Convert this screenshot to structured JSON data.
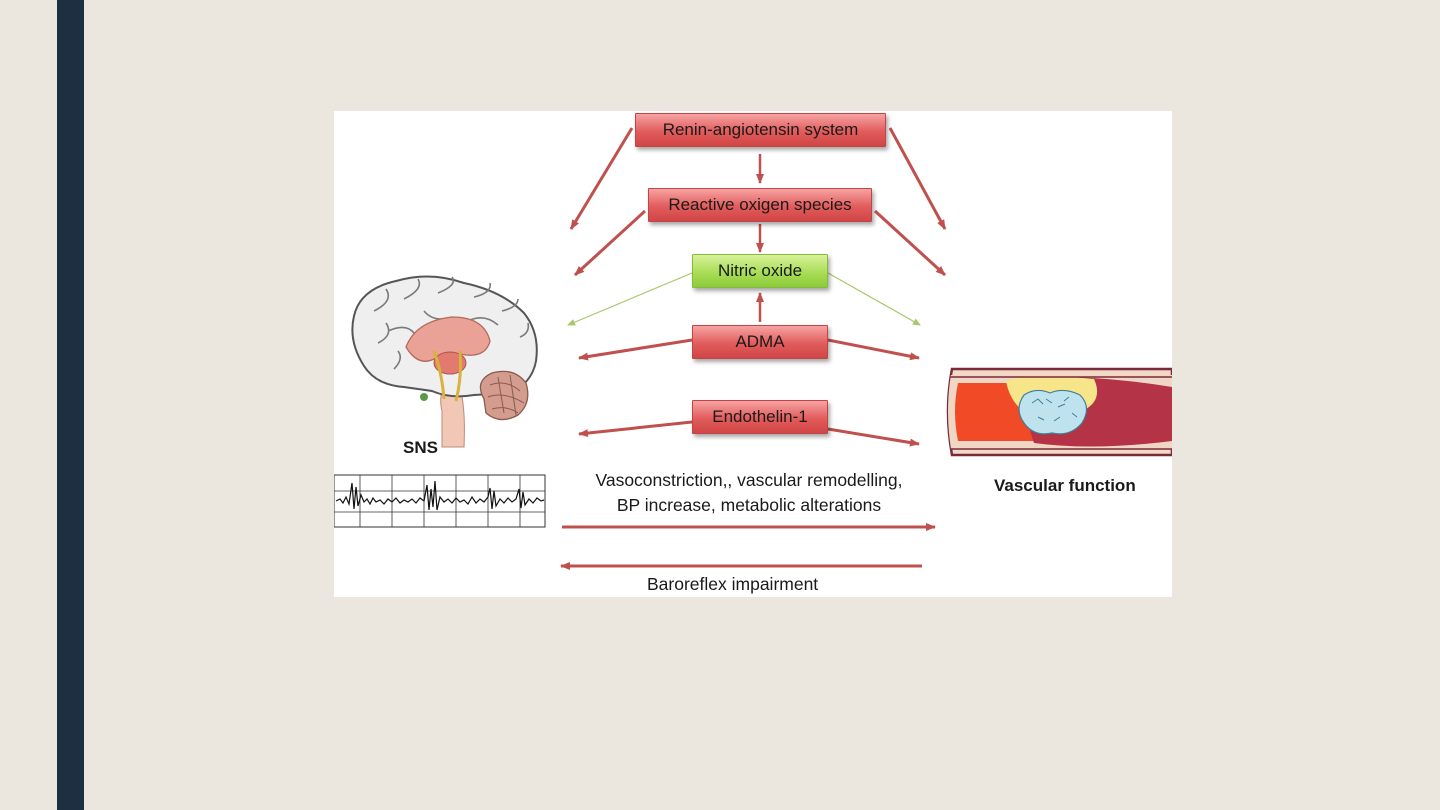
{
  "diagram": {
    "nodes": {
      "ras": "Renin-angiotensin system",
      "ros": "Reactive oxigen species",
      "no": "Nitric oxide",
      "adma": "ADMA",
      "et1": "Endothelin-1"
    },
    "left_label": "SNS",
    "right_label": "Vascular function",
    "effects_line1": "Vasoconstriction,, vascular remodelling,",
    "effects_line2": "BP increase, metabolic alterations",
    "feedback_label": "Baroreflex impairment",
    "colors": {
      "red_box": "#e25c5c",
      "green_box": "#a9dd57",
      "arrow_red": "#c0504d",
      "arrow_green": "#a8c76a",
      "side_bar": "#1e2f42",
      "background": "#ebe7de"
    }
  }
}
